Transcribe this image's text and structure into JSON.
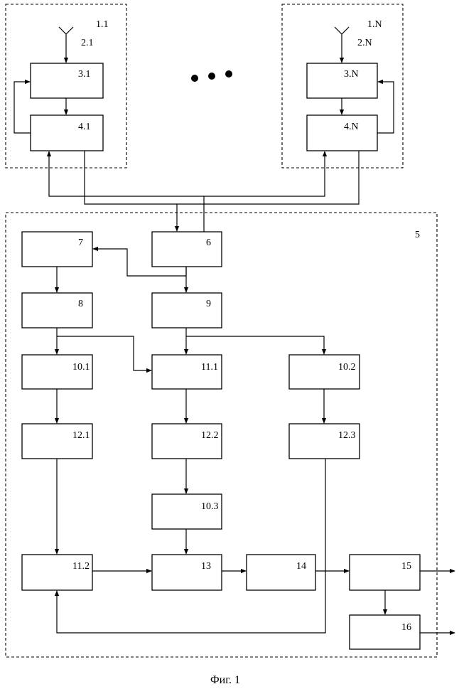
{
  "caption": "Фиг. 1",
  "groups": {
    "first": "1.1",
    "last": "1.N",
    "processor": "5"
  },
  "antennas": {
    "first": "2.1",
    "last": "2.N"
  },
  "blocks": {
    "b3_1": "3.1",
    "b4_1": "4.1",
    "b3_N": "3.N",
    "b4_N": "4.N",
    "b6": "6",
    "b7": "7",
    "b8": "8",
    "b9": "9",
    "b10_1": "10.1",
    "b11_1": "11.1",
    "b10_2": "10.2",
    "b12_1": "12.1",
    "b12_2": "12.2",
    "b12_3": "12.3",
    "b10_3": "10.3",
    "b11_2": "11.2",
    "b13": "13",
    "b14": "14",
    "b15": "15",
    "b16": "16"
  },
  "ellipsis_dots": 3
}
